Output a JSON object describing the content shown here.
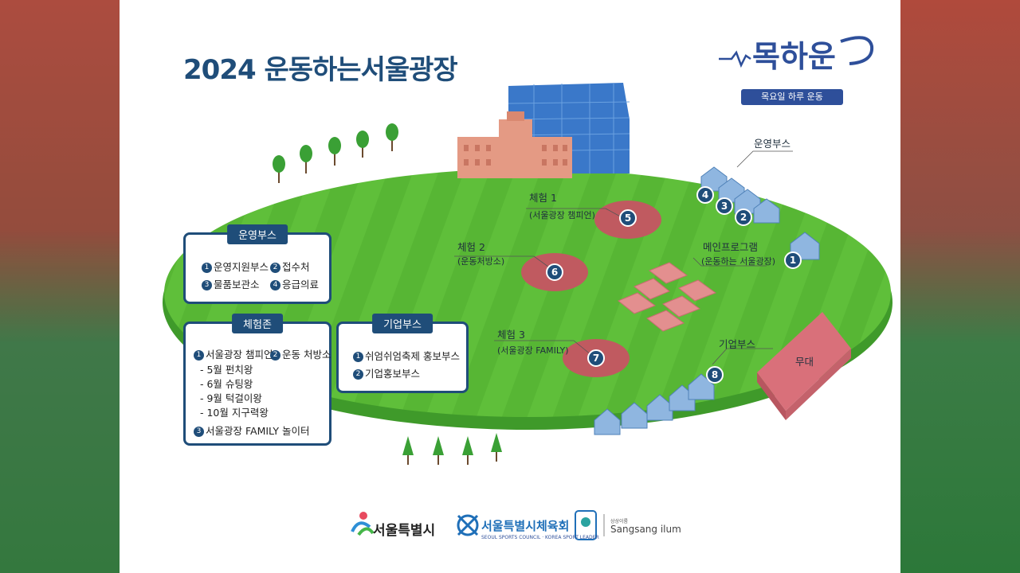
{
  "title": "2024 운동하는서울광장",
  "logo": {
    "main": "목하운",
    "sub": "목요일 하루 운동"
  },
  "legend_boxes": {
    "operation": {
      "header": "운영부스",
      "items": [
        "운영지원부스",
        "접수처",
        "물품보관소",
        "응급의료"
      ]
    },
    "experience": {
      "header": "체험존",
      "items": [
        "서울광장 챔피언",
        "운동 처방소"
      ],
      "months": [
        "- 5월  펀치왕",
        "- 6월  슈팅왕",
        "- 9월  턱걸이왕",
        "- 10월 지구력왕"
      ],
      "item3": "서울광장 FAMILY 놀이터"
    },
    "corporate": {
      "header": "기업부스",
      "items": [
        "쉬엄쉬엄축제 홍보부스",
        "기업홍보부스"
      ]
    }
  },
  "map_labels": {
    "exp1_title": "체험 1",
    "exp1_sub": "(서울광장 챔피언)",
    "exp2_title": "체험 2",
    "exp2_sub": "(운동처방소)",
    "exp3_title": "체험 3",
    "exp3_sub": "(서울광장 FAMILY)",
    "main_title": "메인프로그램",
    "main_sub": "(운동하는 서울광장)",
    "ops_booth": "운영부스",
    "corp_booth": "기업부스",
    "stage": "무대"
  },
  "markers": [
    "1",
    "2",
    "3",
    "4",
    "5",
    "6",
    "7",
    "8"
  ],
  "box_numbers": [
    "1",
    "2",
    "3",
    "4",
    "1",
    "2",
    "3",
    "1",
    "2"
  ],
  "footer": {
    "seoul": "서울특별시",
    "council": "서울특별시체육회",
    "council_sub": "SEOUL SPORTS COUNCIL · KOREA SPORT LEADER",
    "sangsang_small": "상상이룸",
    "sangsang": "Sangsang ilum"
  },
  "colors": {
    "navy": "#1f4d79",
    "field": "#5fbf3a",
    "zone": "#c05a60",
    "booth": "#8fb6e0",
    "stage": "#d9707a"
  }
}
